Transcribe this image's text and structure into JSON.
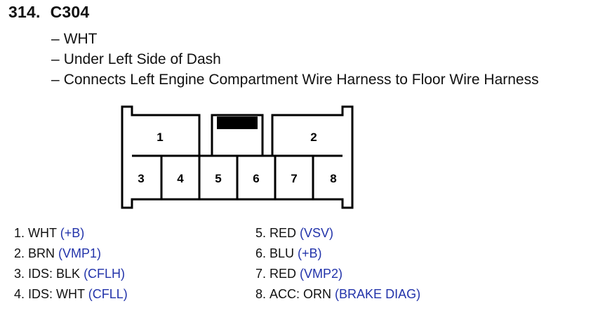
{
  "connector": {
    "number": "314.",
    "id": "C304",
    "details": [
      "WHT",
      "Under Left Side of Dash",
      "Connects Left Engine Compartment Wire Harness to Floor Wire Harness"
    ],
    "dash": "–",
    "cavity_labels": [
      "1",
      "2",
      "3",
      "4",
      "5",
      "6",
      "7",
      "8"
    ]
  },
  "pins_left": [
    {
      "num": "1.",
      "wire": "WHT",
      "func": "(+B)"
    },
    {
      "num": "2.",
      "wire": "BRN",
      "func": "(VMP1)"
    },
    {
      "num": "3.",
      "wire": "IDS: BLK",
      "func": "(CFLH)"
    },
    {
      "num": "4.",
      "wire": "IDS: WHT",
      "func": "(CFLL)"
    }
  ],
  "pins_right": [
    {
      "num": "5.",
      "wire": "RED",
      "func": "(VSV)"
    },
    {
      "num": "6.",
      "wire": "BLU",
      "func": "(+B)"
    },
    {
      "num": "7.",
      "wire": "RED",
      "func": "(VMP2)"
    },
    {
      "num": "8.",
      "wire": "ACC: ORN",
      "func": "(BRAKE DIAG)"
    }
  ],
  "colors": {
    "text": "#111111",
    "function": "#2233aa",
    "outline": "#000000"
  }
}
